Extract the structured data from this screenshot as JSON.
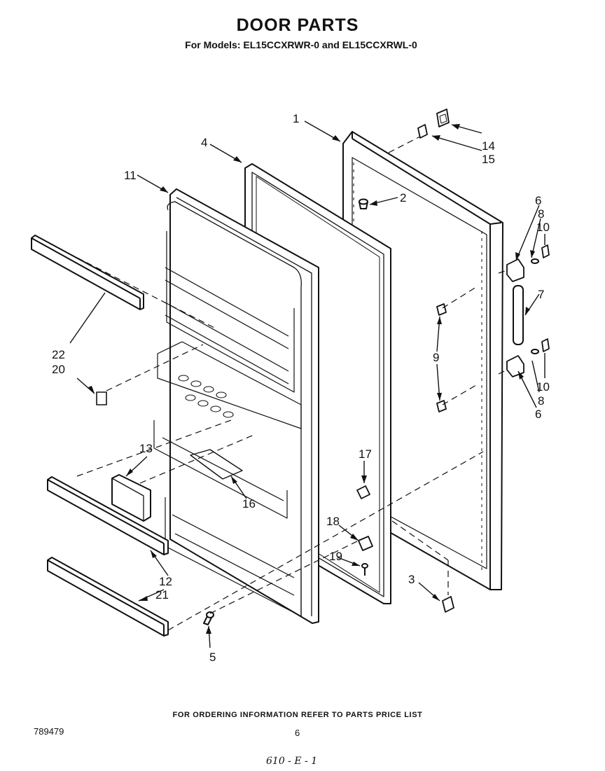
{
  "header": {
    "title": "DOOR PARTS",
    "subtitle": "For Models: EL15CCXRWR-0 and EL15CCXRWL-0"
  },
  "callouts": {
    "c1": "1",
    "c2": "2",
    "c3": "3",
    "c4": "4",
    "c5": "5",
    "c6a": "6",
    "c6b": "6",
    "c7": "7",
    "c8a": "8",
    "c8b": "8",
    "c9": "9",
    "c10a": "10",
    "c10b": "10",
    "c11": "11",
    "c12": "12",
    "c13": "13",
    "c14": "14",
    "c15": "15",
    "c16": "16",
    "c17": "17",
    "c18": "18",
    "c19": "19",
    "c20": "20",
    "c21": "21",
    "c22": "22"
  },
  "footer": {
    "ordering_note": "FOR ORDERING INFORMATION REFER TO PARTS PRICE LIST",
    "doc_number": "789479",
    "page_number": "6",
    "handwritten_code": "610 - E - 1"
  }
}
